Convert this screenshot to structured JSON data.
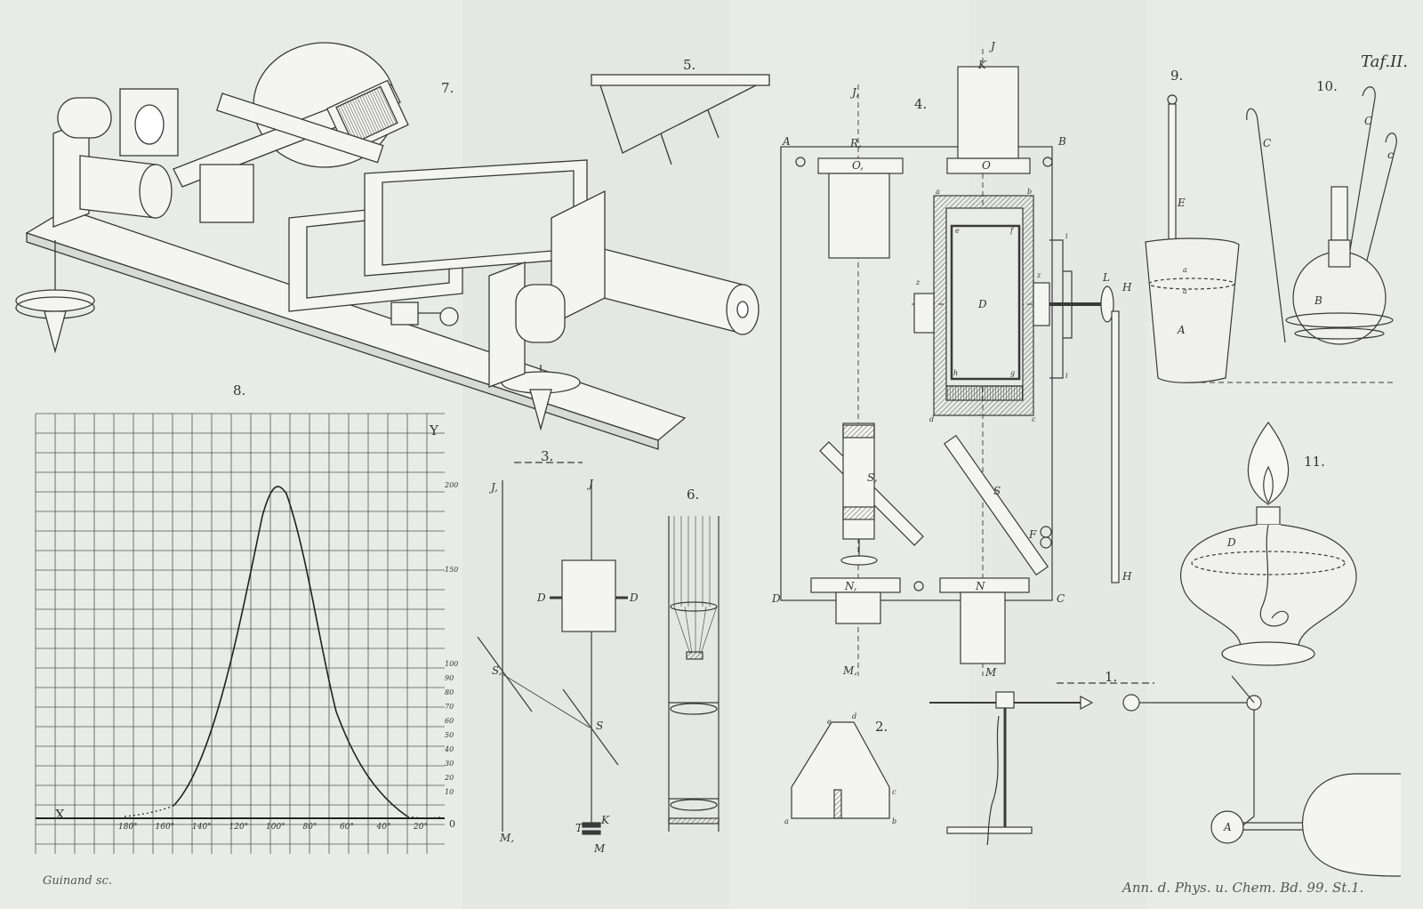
{
  "plate": {
    "title": "Taf.II.",
    "engraver": "Guinand sc.",
    "source": "Ann. d. Phys. u. Chem. Bd. 99. St.1."
  },
  "colors": {
    "paper": "#e9ebe6",
    "ink": "#3a3a3a",
    "fold": "#dfe1dc"
  },
  "figures": {
    "fig1": {
      "number": "1.",
      "labels": {
        "A": "A"
      }
    },
    "fig2": {
      "number": "2.",
      "labels": {
        "a": "a",
        "b": "b",
        "c": "c",
        "d": "d",
        "e": "e"
      }
    },
    "fig3": {
      "number": "3.",
      "labels": {
        "J1": "J,",
        "J": "J",
        "D": "D",
        "S1": "S,",
        "S": "S",
        "M1": "M,",
        "M": "M",
        "T": "T",
        "K": "K"
      }
    },
    "fig4": {
      "number": "4.",
      "labels": {
        "A": "A",
        "B": "B",
        "C": "C",
        "D": "D",
        "J": "J",
        "K": "K",
        "J1": "J,",
        "R1": "R,",
        "O1": "O,",
        "O": "O",
        "N1": "N,",
        "N": "N",
        "M1": "M,",
        "M": "M",
        "F": "F",
        "S1": "S,",
        "S": "S",
        "H": "H",
        "L": "L",
        "Dc": "D",
        "a": "a",
        "b": "b",
        "c": "c",
        "d": "d",
        "e": "e",
        "f": "f",
        "g": "g",
        "h": "h",
        "z": "z",
        "i": "i"
      }
    },
    "fig5": {
      "number": "5."
    },
    "fig6": {
      "number": "6."
    },
    "fig7": {
      "number": "7."
    },
    "fig8": {
      "number": "8.",
      "labels": {
        "X": "X",
        "Y": "Y",
        "O": "0"
      },
      "x_ticks": [
        "180°",
        "160°",
        "140°",
        "120°",
        "100°",
        "80°",
        "60°",
        "40°",
        "20°"
      ],
      "y_ticks": [
        "200",
        "150",
        "100",
        "90",
        "80",
        "70",
        "60",
        "50",
        "40",
        "30",
        "20",
        "10"
      ]
    },
    "fig9": {
      "number": "9.",
      "labels": {
        "E": "E",
        "A": "A",
        "a": "a"
      }
    },
    "fig10": {
      "number": "10.",
      "labels": {
        "C": "C",
        "c": "c",
        "B": "B"
      }
    },
    "fig11": {
      "number": "11.",
      "labels": {
        "D": "D"
      }
    }
  }
}
